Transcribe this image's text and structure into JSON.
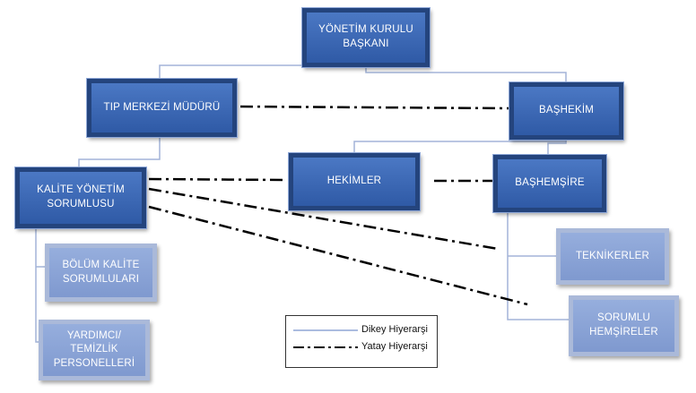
{
  "nodes": {
    "chairman": "YÖNETİM KURULU\nBAŞKANI",
    "medical_center_director": "TIP MERKEZİ  MÜDÜRÜ",
    "chief_physician": "BAŞHEKİM",
    "quality_manager": "KALİTE YÖNETİM\nSORUMLUSU",
    "physicians": "HEKİMLER",
    "head_nurse": "BAŞHEMŞİRE",
    "unit_quality_managers": "BÖLÜM KALİTE\nSORUMLULARI",
    "support_cleaning_staff": "YARDIMCI/ TEMİZLİK\nPERSONELLERİ",
    "technicians": "TEKNİKERLER",
    "responsible_nurses": "SORUMLU\nHEMŞİRELER"
  },
  "legend": {
    "vertical": "Dikey Hiyerarşi",
    "horizontal": "Yatay Hiyerarşi"
  },
  "colors": {
    "dark_box": "#2f5aa6",
    "light_box": "#7f99cf",
    "vertical_line": "#a3b4d8",
    "horizontal_line": "#000000"
  }
}
